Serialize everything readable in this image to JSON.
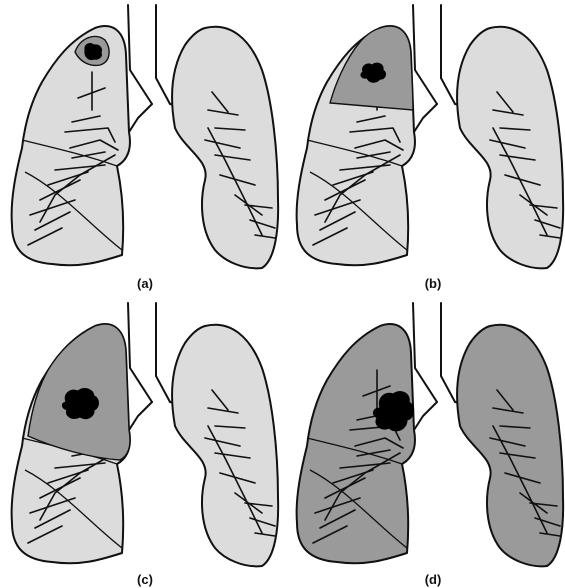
{
  "colors": {
    "lung_fill": "#dcdcdc",
    "involved_fill": "#9a9a9a",
    "tumor_fill": "#000000",
    "outline": "#111111"
  },
  "panels": [
    {
      "label": "(a)"
    },
    {
      "label": "(b)"
    },
    {
      "label": "(c)"
    },
    {
      "label": "(d)"
    }
  ]
}
